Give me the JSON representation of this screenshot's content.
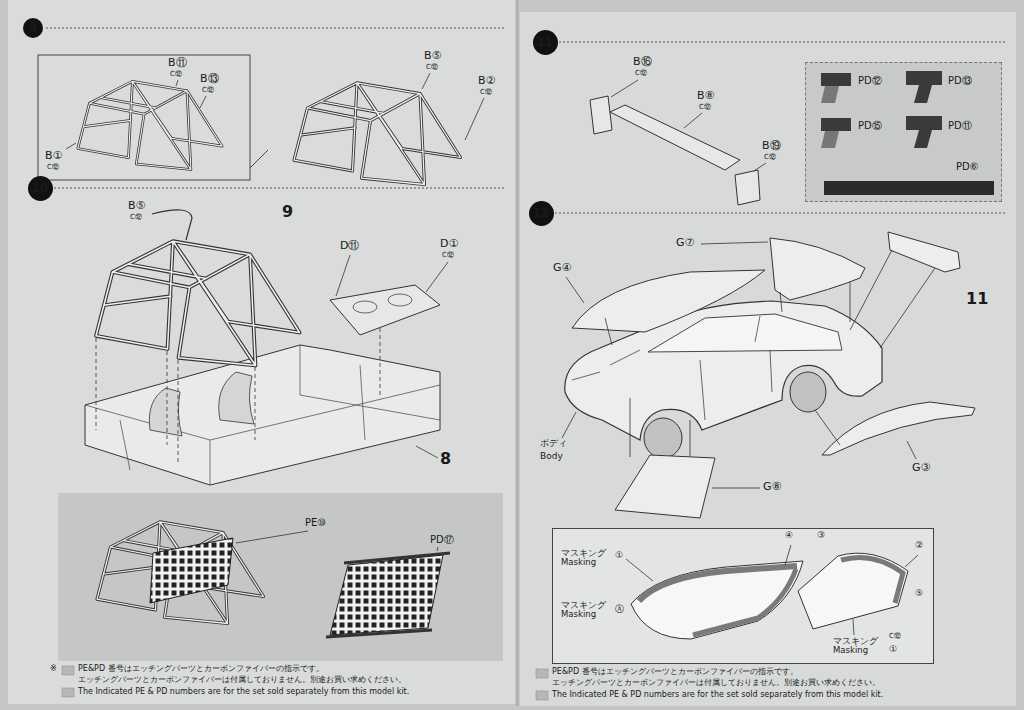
{
  "diagram": {
    "nodes": [
      {
        "text": [
          "9"
        ]
      },
      {
        "text": [
          "10"
        ]
      },
      {
        "text": [
          "PE⑩",
          "PD⑰"
        ]
      },
      {
        "text": [
          "11"
        ]
      },
      {
        "text": [
          "PD⑫",
          "PD⑬",
          "PD⑮",
          "PD⑪",
          "PD⑥"
        ]
      },
      {
        "text": [
          "12"
        ]
      },
      {
        "text": [
          "マスキング Masking",
          "①",
          "マスキング Masking",
          "Ⓐ",
          "④",
          "③",
          "②",
          "⑤",
          "マスキング Masking",
          "C⑫",
          "①"
        ]
      }
    ],
    "labels": [
      "B⑪",
      "C⑫",
      "B⑬",
      "C⑫",
      "B①",
      "C⑫",
      "B⑤",
      "C⑫",
      "B②",
      "C⑫",
      "B⑤",
      "C⑫",
      "9",
      "D⑪",
      "D①",
      "C⑫",
      "8",
      "※",
      "PE&PD 番号はエッチングパーツとカーボンファイバーの指示です。",
      "エッチングパーツとカーボンファイバーは付属しておりません。別途お買い求めください。",
      "The Indicated PE & PD numbers are for the set sold separately from this model kit.",
      "B⑯",
      "C⑫",
      "B⑧",
      "C⑫",
      "B⑲",
      "C⑫",
      "G⑦",
      "G④",
      "11",
      "ボディ",
      "Body",
      "G③",
      "G⑧",
      "PE&PD 番号はエッチングパーツとカーボンファイバーの指示です。",
      "エッチングパーツとカーボンファイバーは付属しておりません。別途お買い求めください。",
      "The Indicated PE & PD numbers are for the set sold separately from this model kit."
    ]
  }
}
